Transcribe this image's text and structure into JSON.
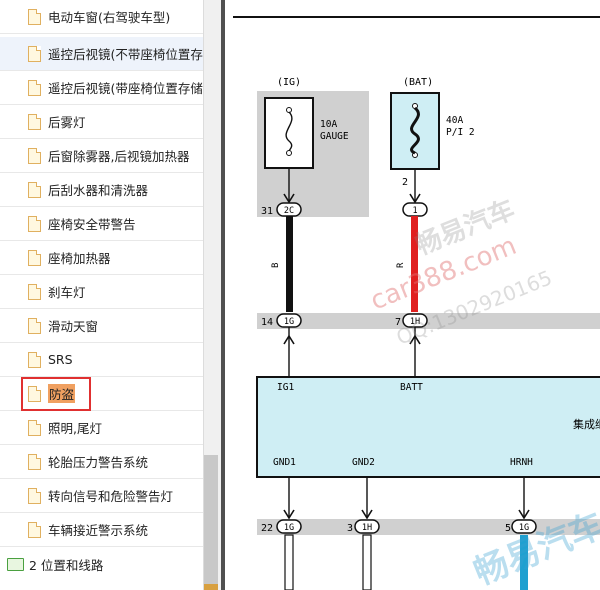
{
  "sidebar": {
    "items": [
      {
        "label": "电动车窗(右驾驶车型)"
      },
      {
        "label": "遥控后视镜(不带座椅位置存"
      },
      {
        "label": "遥控后视镜(带座椅位置存储"
      },
      {
        "label": "后雾灯"
      },
      {
        "label": "后窗除雾器,后视镜加热器"
      },
      {
        "label": "后刮水器和清洗器"
      },
      {
        "label": "座椅安全带警告"
      },
      {
        "label": "座椅加热器"
      },
      {
        "label": "刹车灯"
      },
      {
        "label": "滑动天窗"
      },
      {
        "label": "SRS"
      },
      {
        "label": "防盗"
      },
      {
        "label": "照明,尾灯"
      },
      {
        "label": "轮胎压力警告系统"
      },
      {
        "label": "转向信号和危险警告灯"
      },
      {
        "label": "车辆接近警示系统"
      }
    ],
    "folder": {
      "label": "2 位置和线路"
    }
  },
  "diagram": {
    "fuse_ig": {
      "source": "(IG)",
      "rating": "10A",
      "name": "GAUGE"
    },
    "fuse_bat": {
      "source": "(BAT)",
      "rating": "40A",
      "name": "P/I 2"
    },
    "pin_ig_num": "31",
    "pin_ig": "2C",
    "pin_bat_num": "2",
    "pin_bat": "1",
    "wire_b": "B",
    "wire_r": "R",
    "conn_14_num": "14",
    "conn_14": "1G",
    "conn_7_num": "7",
    "conn_7": "1H",
    "ecu_label": "集成继",
    "ig1": "IG1",
    "batt": "BATT",
    "gnd1": "GND1",
    "gnd2": "GND2",
    "hrnh": "HRNH",
    "bot_22_num": "22",
    "bot_22": "1G",
    "bot_3_num": "3",
    "bot_3": "1H",
    "bot_5_num": "5",
    "bot_5": "1G"
  },
  "watermark": {
    "line1": "畅易汽车",
    "line2": "car388.com",
    "line3": "QQ:1302920165",
    "line4": "畅易汽车"
  },
  "colors": {
    "accent_box": "#e03030",
    "wire_red": "#e02020",
    "wire_black": "#111111",
    "wire_blue": "#20a0d0",
    "ecu_fill": "#cfeef4"
  }
}
